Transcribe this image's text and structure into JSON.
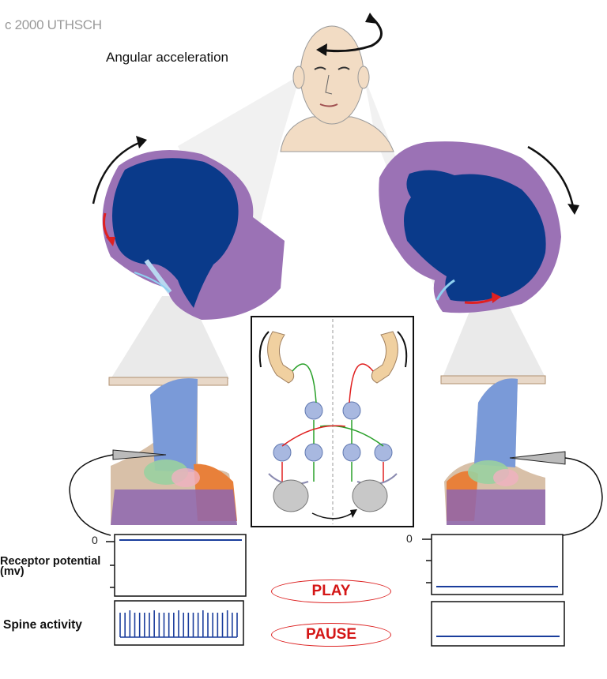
{
  "copyright": "c 2000 UTHSCH",
  "title": "Angular acceleration",
  "labels": {
    "receptor_potential": "Receptor potential (mv)",
    "spine_activity": "Spine activity",
    "zero_left": "0",
    "zero_right": "0"
  },
  "controls": {
    "play": "PLAY",
    "pause": "PAUSE"
  },
  "colors": {
    "ampulla_blue": "#0a3a8a",
    "ampulla_purple": "#9b72b5",
    "trace_blue": "#1a3d9c",
    "button_red": "#d41616",
    "arrow_red": "#e02020",
    "arrow_green": "#2aa02a"
  },
  "traces": {
    "left_receptor_level": 0,
    "right_receptor_level": -3,
    "left_spike_count": 25,
    "right_spike_count": 0
  }
}
